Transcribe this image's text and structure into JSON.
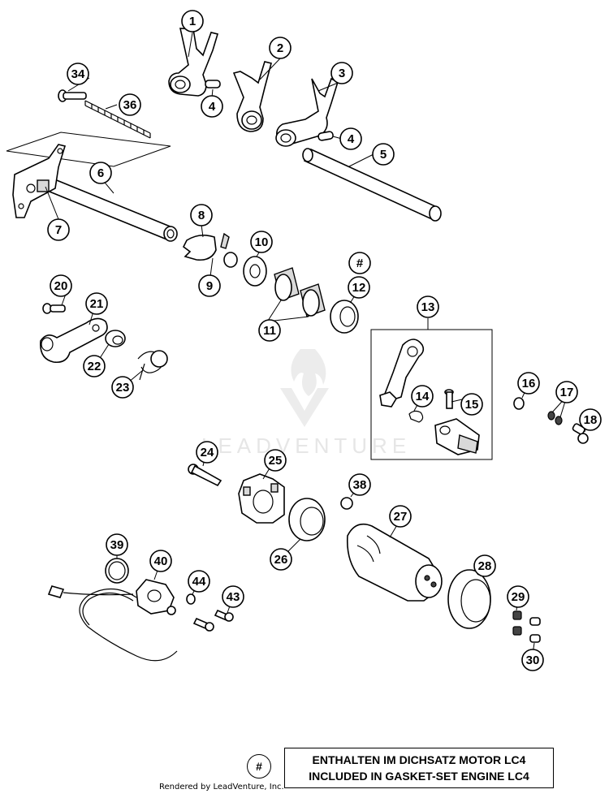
{
  "watermark": {
    "text": "LEADVENTURE"
  },
  "callouts": {
    "c1": "1",
    "c2": "2",
    "c3": "3",
    "c4a": "4",
    "c4b": "4",
    "c5": "5",
    "c6": "6",
    "c7": "7",
    "c8": "8",
    "c9": "9",
    "c10": "10",
    "c11": "11",
    "c12": "12",
    "c12hash": "#",
    "c13": "13",
    "c14": "14",
    "c15": "15",
    "c16": "16",
    "c17": "17",
    "c18": "18",
    "c20": "20",
    "c21": "21",
    "c22": "22",
    "c23": "23",
    "c24": "24",
    "c25": "25",
    "c26": "26",
    "c27": "27",
    "c28": "28",
    "c29": "29",
    "c30": "30",
    "c34": "34",
    "c36": "36",
    "c38": "38",
    "c39": "39",
    "c40": "40",
    "c43": "43",
    "c44": "44"
  },
  "legend": {
    "symbol": "#",
    "line1": "ENTHALTEN IM DICHSATZ MOTOR LC4",
    "line2": "INCLUDED IN GASKET-SET ENGINE LC4"
  },
  "credit": "Rendered by LeadVenture, Inc."
}
